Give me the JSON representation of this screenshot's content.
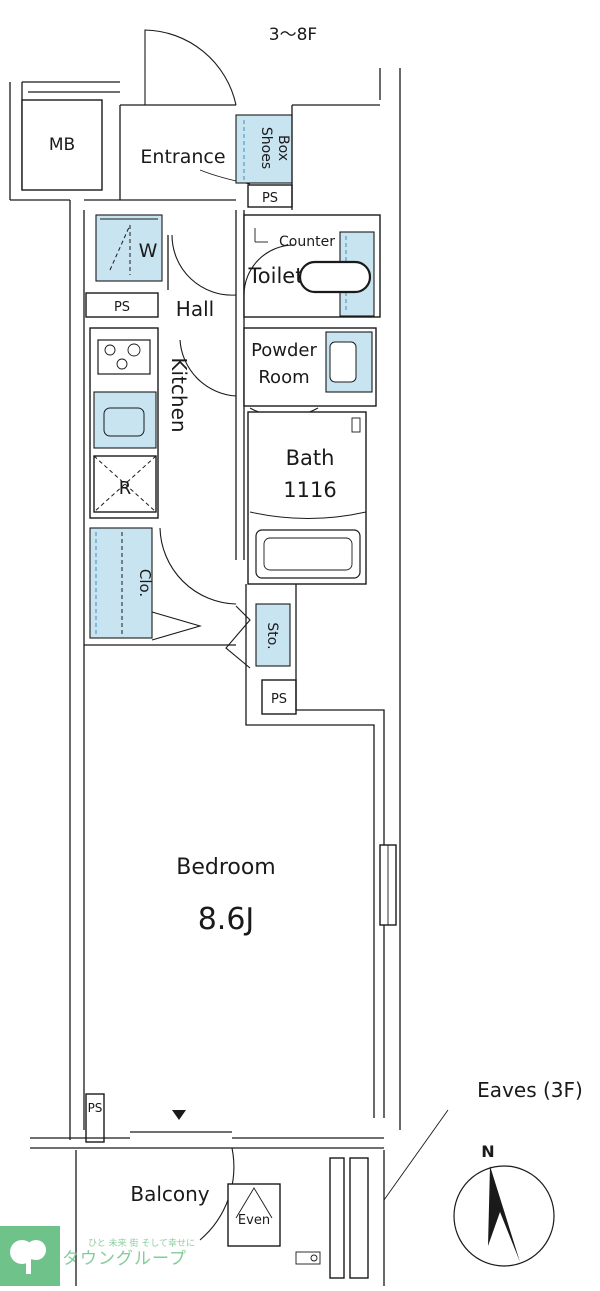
{
  "floor_label": "3〜8F",
  "rooms": {
    "mb": "MB",
    "entrance": "Entrance",
    "shoes_box_line1": "Shoes",
    "shoes_box_line2": "Box",
    "ps": "PS",
    "counter": "Counter",
    "toilet": "Toilet",
    "washer": "W",
    "hall": "Hall",
    "kitchen": "Kitchen",
    "powder_room_line1": "Powder",
    "powder_room_line2": "Room",
    "bath": "Bath",
    "bath_size": "1116",
    "refrigerator": "R",
    "closet": "Clo.",
    "storage": "Sto.",
    "bedroom": "Bedroom",
    "bedroom_size": "8.6J",
    "balcony": "Balcony",
    "even": "Even"
  },
  "eaves_label": "Eaves (3F)",
  "compass": {
    "north": "N"
  },
  "logo": {
    "text": "タウングループ",
    "subtext": "ひと 未来 街 そして幸せに"
  },
  "colors": {
    "fixture_blue": "#c9e4f1",
    "wall": "#1a1a1a",
    "logo_green": "#6fc28a"
  }
}
